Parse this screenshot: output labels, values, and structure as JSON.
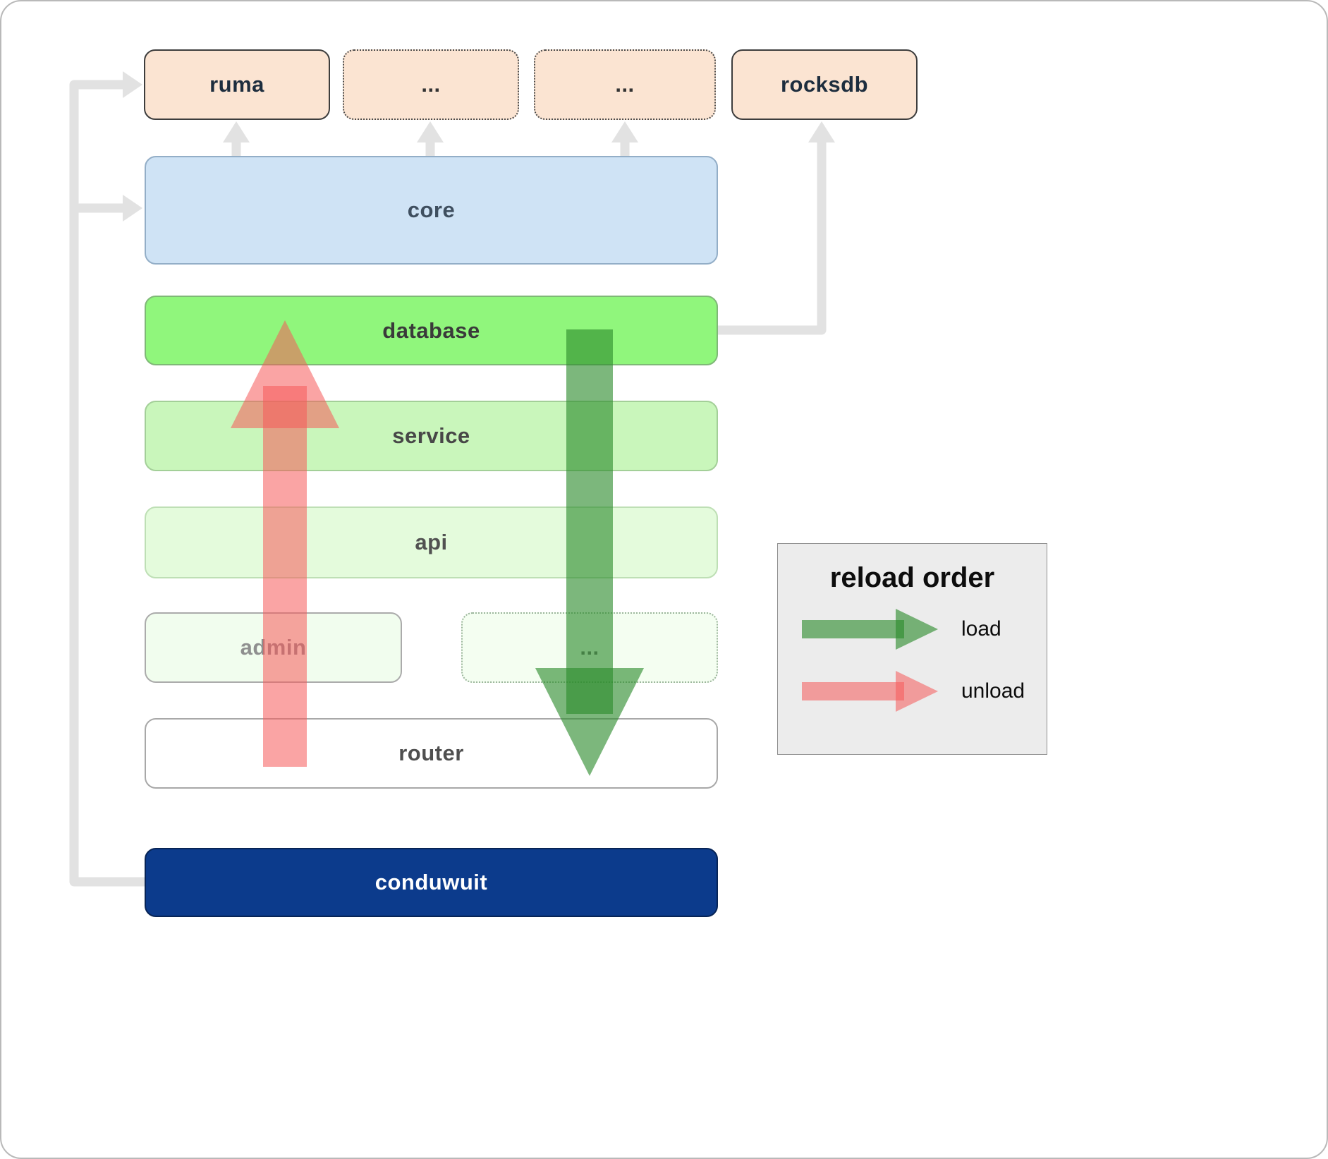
{
  "top_boxes": [
    {
      "label": "ruma"
    },
    {
      "label": "..."
    },
    {
      "label": "..."
    },
    {
      "label": "rocksdb"
    }
  ],
  "layers": {
    "core": "core",
    "database": "database",
    "service": "service",
    "api": "api",
    "admin": "admin",
    "admin_more": "...",
    "router": "router",
    "conduwuit": "conduwuit"
  },
  "legend": {
    "title": "reload order",
    "load_label": "load",
    "unload_label": "unload"
  },
  "colors": {
    "load_arrow": "rgba(44,138,44,0.62)",
    "unload_arrow": "rgba(245,90,90,0.55)",
    "connector": "#e2e2e2",
    "conduwuit_fill": "#0c3b8c",
    "database_fill": "#90f67c",
    "core_fill": "#cfe3f5",
    "top_box_fill": "#fbe4d2"
  }
}
